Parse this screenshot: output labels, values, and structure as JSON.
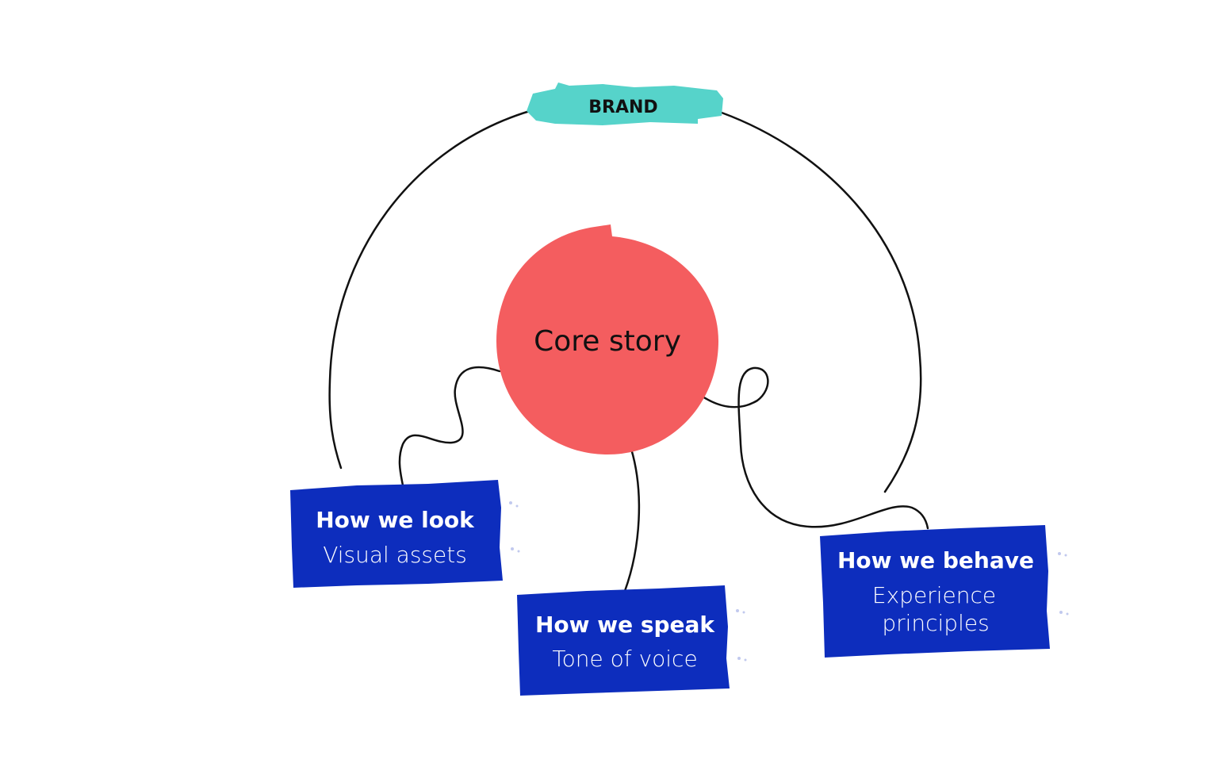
{
  "brand": {
    "label": "BRAND",
    "color": "#56d3ca"
  },
  "core": {
    "label": "Core story",
    "color": "#f45d5f"
  },
  "boxes": {
    "color": "#0d2dbd",
    "look": {
      "title": "How we look",
      "subtitle": "Visual assets"
    },
    "speak": {
      "title": "How we speak",
      "subtitle": "Tone of voice"
    },
    "behave": {
      "title": "How we behave",
      "subtitle_line1": "Experience",
      "subtitle_line2": "principles"
    }
  }
}
